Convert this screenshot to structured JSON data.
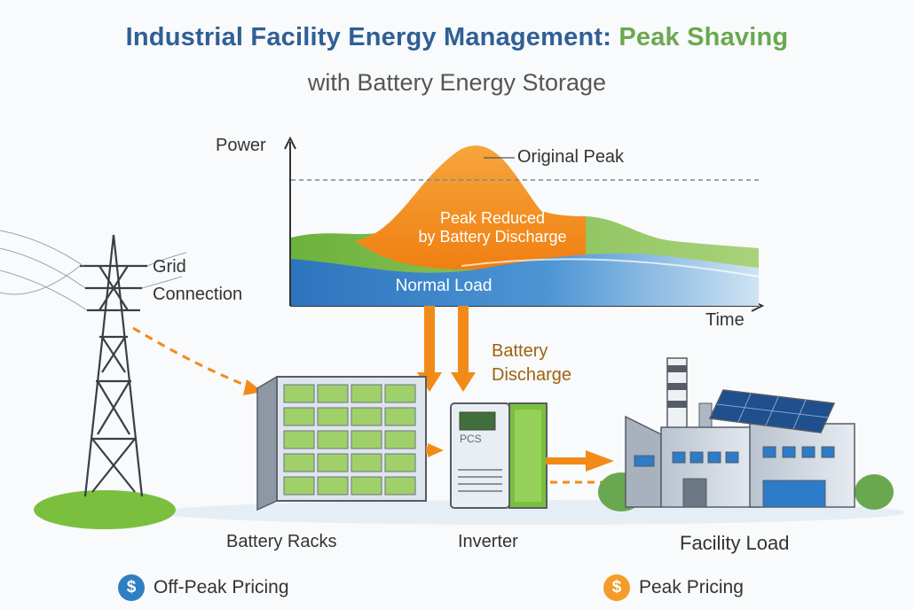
{
  "title": {
    "main": "Industrial Facility Energy Management:",
    "accent": "Peak Shaving"
  },
  "subtitle": "with Battery Energy Storage",
  "chart": {
    "y_label": "Power",
    "x_label": "Time",
    "original_peak": "Original Peak",
    "peak_reduced_line1": "Peak Reduced",
    "peak_reduced_line2": "by Battery Discharge",
    "normal_load": "Normal Load"
  },
  "grid": {
    "line1": "Grid",
    "line2": "Connection"
  },
  "battery_discharge": {
    "line1": "Battery",
    "line2": "Discharge"
  },
  "inverter_panel": "PCS",
  "components": {
    "battery_racks": "Battery Racks",
    "inverter": "Inverter",
    "facility_load": "Facility Load"
  },
  "legend": {
    "off_peak": {
      "symbol": "$",
      "label": "Off-Peak Pricing",
      "color": "#2f7fc1"
    },
    "peak": {
      "symbol": "$",
      "label": "Peak Pricing",
      "color": "#f39c2a"
    }
  },
  "colors": {
    "blue": "#2f7fc1",
    "green": "#7bbf3f",
    "orange": "#f28a17",
    "title_blue": "#2f5f95"
  }
}
